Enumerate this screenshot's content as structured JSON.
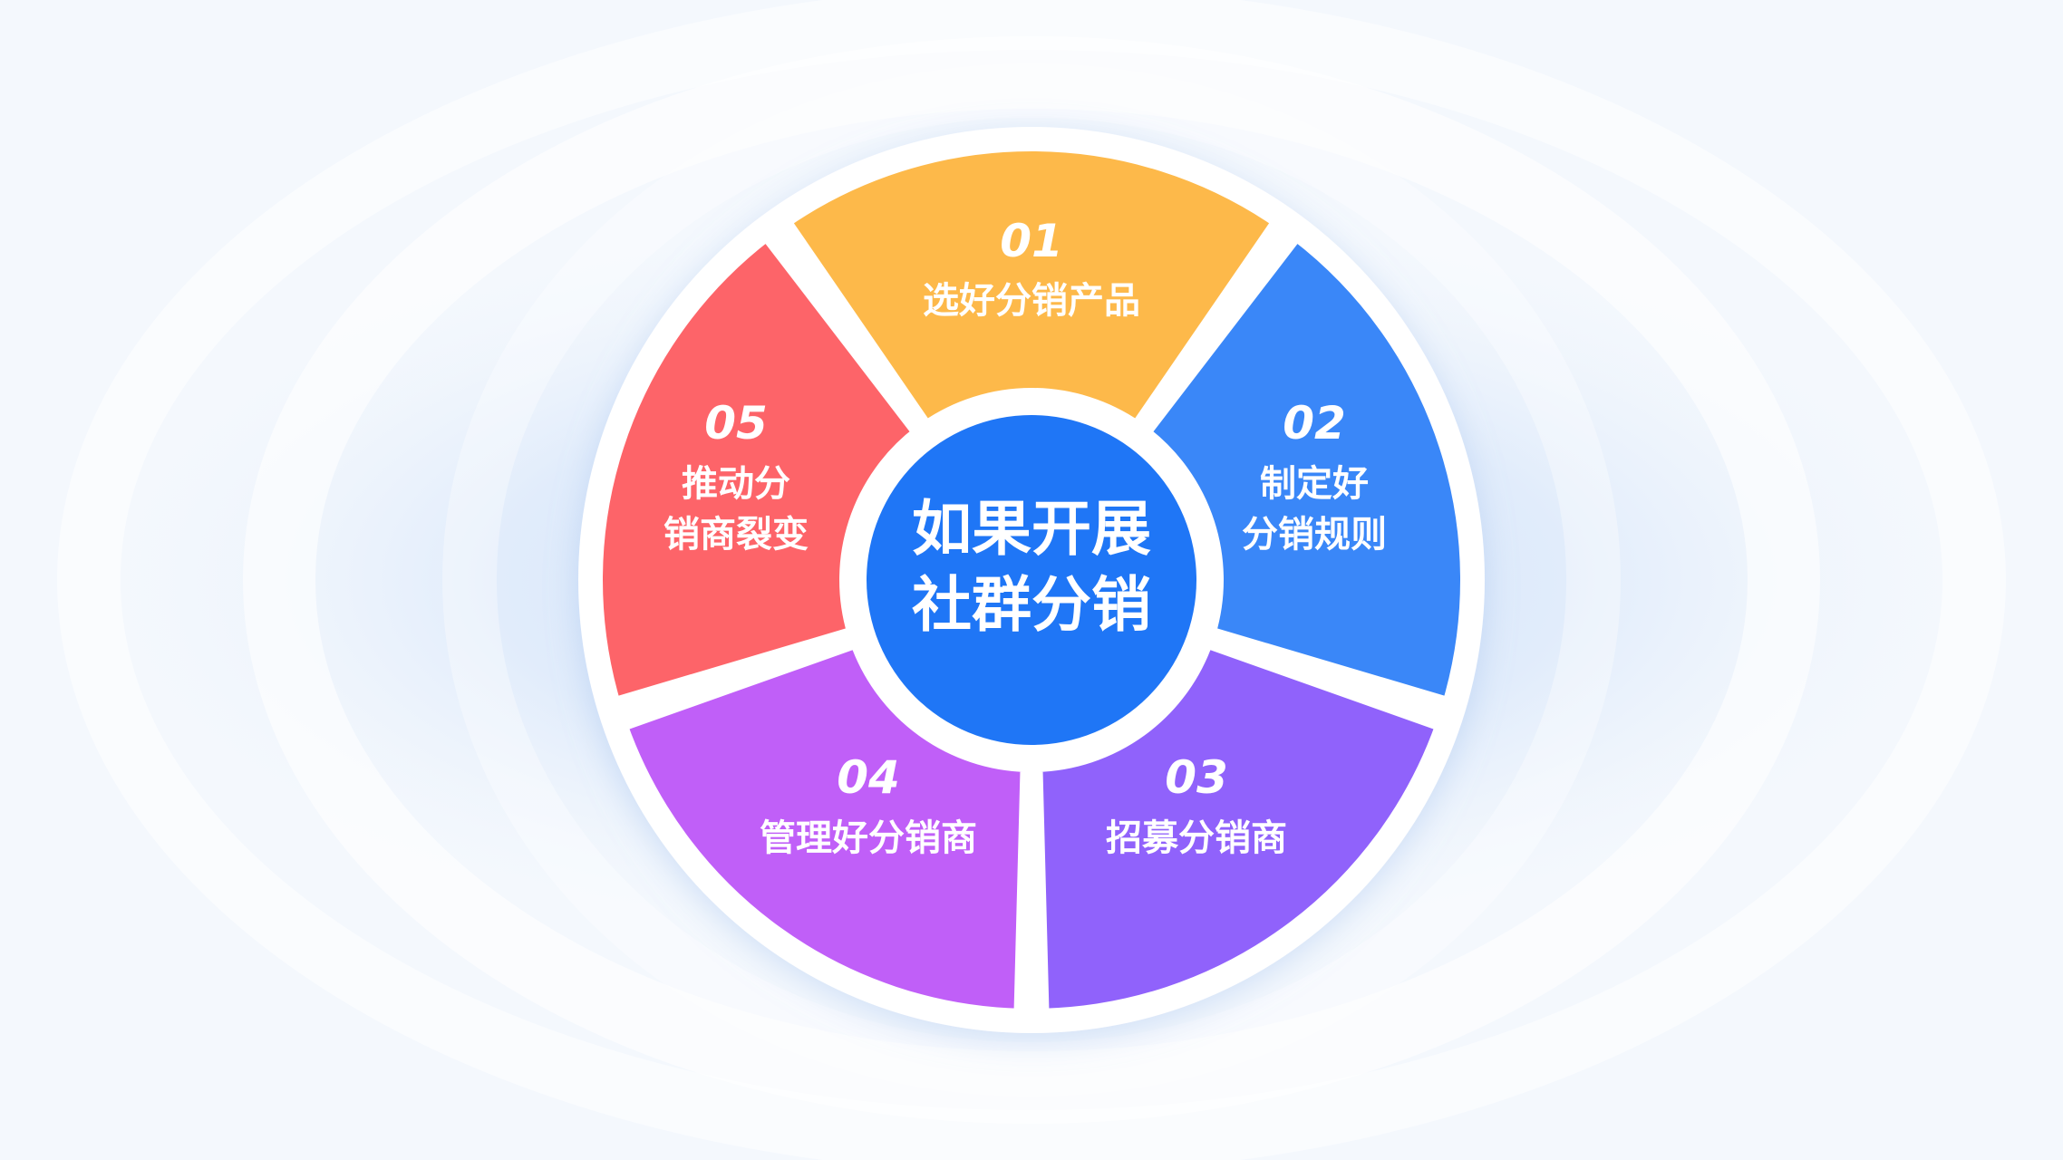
{
  "center": {
    "line1": "如果开展",
    "line2": "社群分销"
  },
  "segments": [
    {
      "number": "01",
      "lines": [
        "选好分销产品"
      ],
      "color": "#fdb94a"
    },
    {
      "number": "02",
      "lines": [
        "制定好",
        "分销规则"
      ],
      "color": "#3a87f8"
    },
    {
      "number": "03",
      "lines": [
        "招募分销商"
      ],
      "color": "#9062fb"
    },
    {
      "number": "04",
      "lines": [
        "管理好分销商"
      ],
      "color": "#c05ff8"
    },
    {
      "number": "05",
      "lines": [
        "推动分",
        "销商裂变"
      ],
      "color": "#fd6469"
    }
  ],
  "colors": {
    "center": "#1f76f6",
    "background": "#f4f8fd",
    "ring": "#ffffff"
  }
}
